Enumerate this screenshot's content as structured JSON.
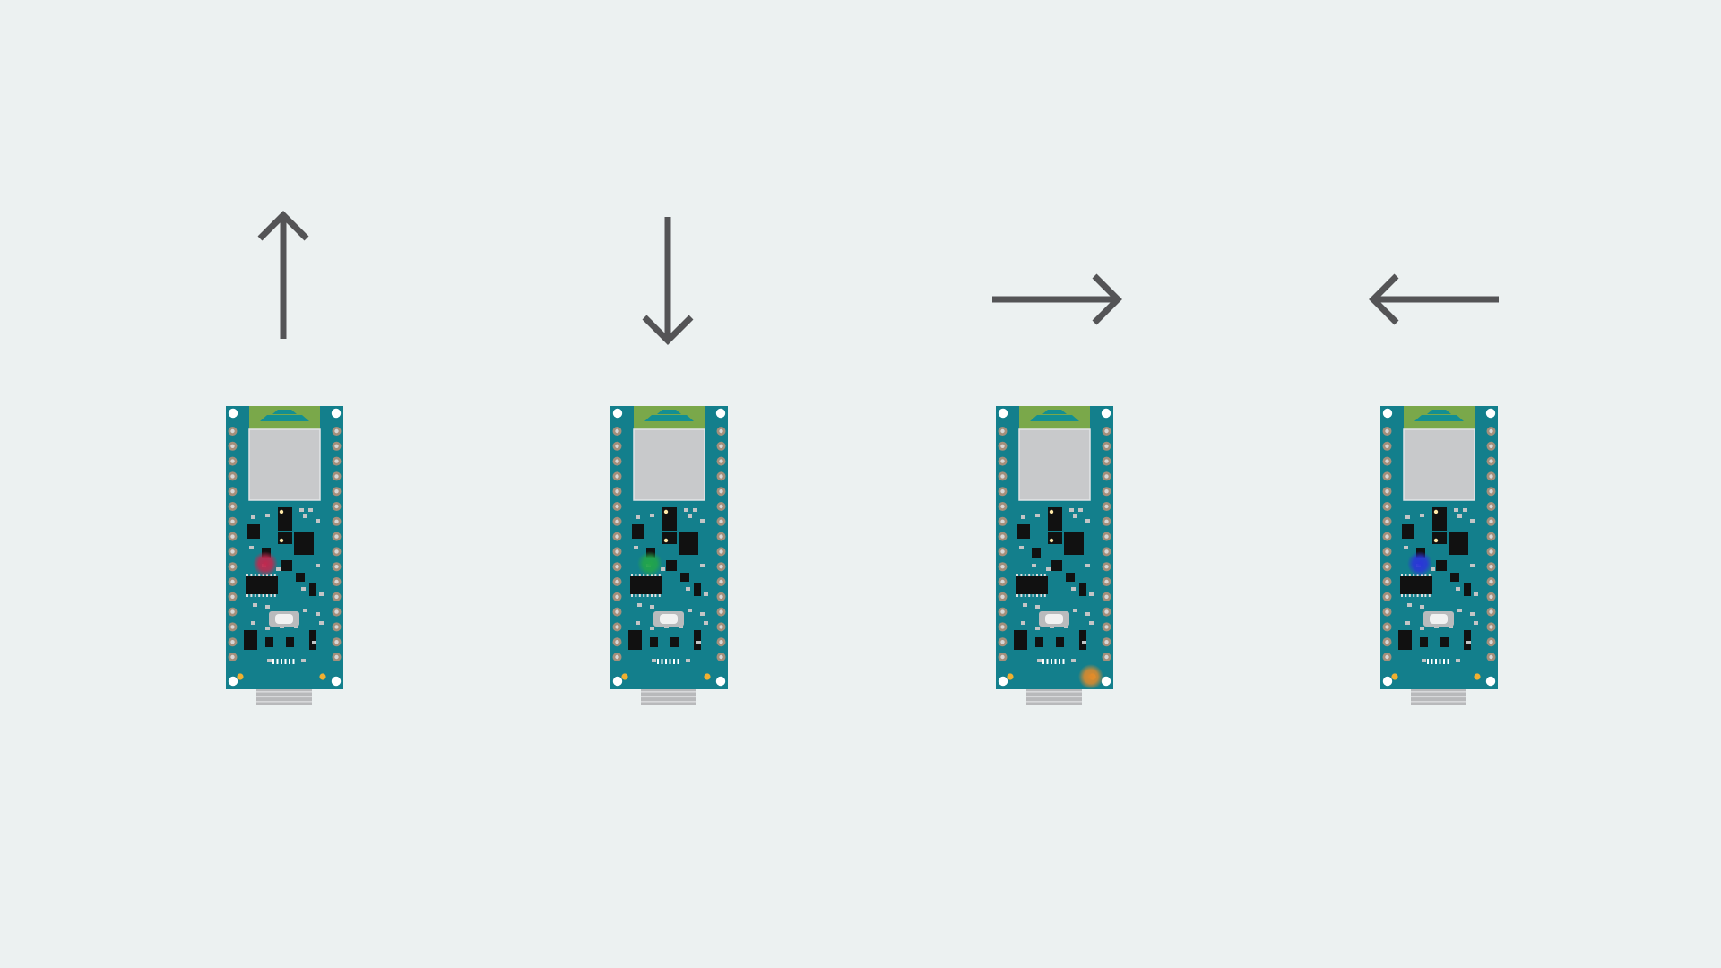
{
  "colors": {
    "background": "#ecf1f1",
    "arrow": "#545456",
    "pcb": "#137f8c",
    "antenna": "#7aa84a",
    "module_shield": "#c8c9cb",
    "usb_connector": "#b8b9bb"
  },
  "panels": [
    {
      "direction": "up",
      "arrow_icon": "arrow-up-icon",
      "led_color": "#c0284e",
      "led_position": "rgb-led"
    },
    {
      "direction": "down",
      "arrow_icon": "arrow-down-icon",
      "led_color": "#22a54a",
      "led_position": "rgb-led"
    },
    {
      "direction": "right",
      "arrow_icon": "arrow-right-icon",
      "led_color": "#e08a2a",
      "led_position": "power-led"
    },
    {
      "direction": "left",
      "arrow_icon": "arrow-left-icon",
      "led_color": "#2a35d8",
      "led_position": "rgb-led"
    }
  ]
}
